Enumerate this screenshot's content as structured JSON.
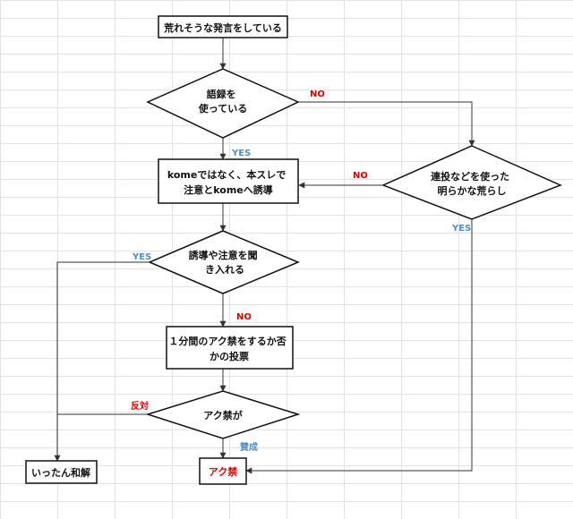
{
  "colors": {
    "no": "#e00000",
    "yes": "#4f8fc8",
    "oppose": "#e00000",
    "approve": "#4f8fc8",
    "ban": "#e00000"
  },
  "nodes": {
    "start": {
      "lines": [
        "荒れそうな発言をしている"
      ]
    },
    "q_quote": {
      "lines": [
        "語録を",
        "使っている"
      ]
    },
    "q_troll": {
      "lines": [
        "連投などを使った",
        "明らかな荒らし"
      ]
    },
    "warn": {
      "lines": [
        "komeではなく、本スレで",
        "注意とkomeへ誘導"
      ]
    },
    "q_accept": {
      "lines": [
        "誘導や注意を聞",
        "き入れる"
      ]
    },
    "vote": {
      "lines": [
        "１分間のアク禁をするか否",
        "かの投票"
      ]
    },
    "q_ban": {
      "lines": [
        "アク禁が"
      ]
    },
    "reconcile": {
      "lines": [
        "いったん和解"
      ]
    },
    "ban": {
      "lines": [
        "アク禁"
      ]
    }
  },
  "edge_labels": {
    "quote_no": "NO",
    "quote_yes": "YES",
    "troll_no": "NO",
    "troll_yes": "YES",
    "accept_yes": "YES",
    "accept_no": "NO",
    "oppose": "反対",
    "approve": "賛成"
  }
}
